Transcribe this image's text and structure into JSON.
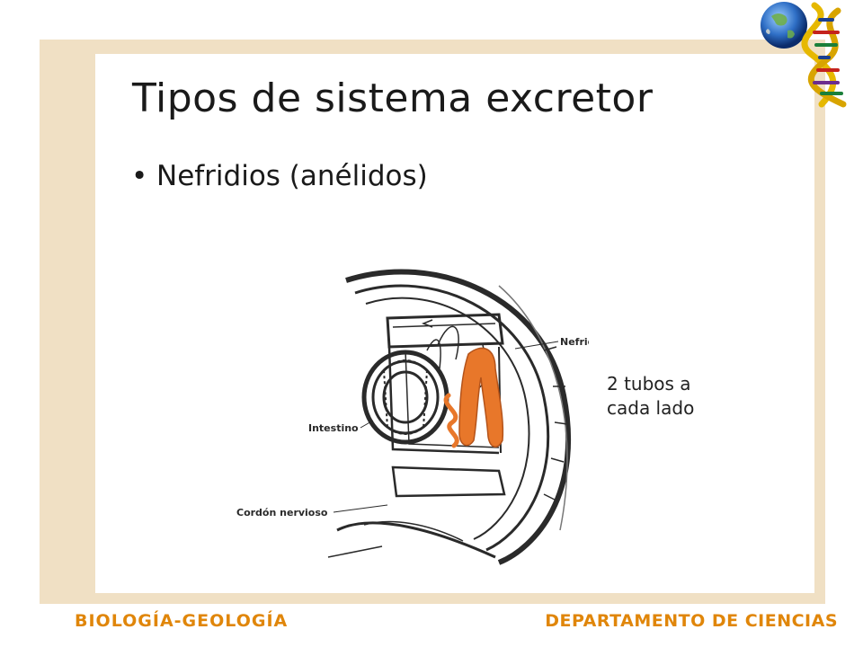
{
  "slide": {
    "title": "Tipos de sistema excretor",
    "bullet": "Nefridios (anélidos)",
    "annotation_line1": "2 tubos a",
    "annotation_line2": "cada lado"
  },
  "figure": {
    "label_nefridio": "Nefridio",
    "label_intestino": "Intestino",
    "label_cordon": "Cordón nervioso"
  },
  "footer": {
    "left": "BIOLOGÍA-GEOLOGÍA",
    "right": "DEPARTAMENTO DE CIENCIAS"
  },
  "colors": {
    "accent": "#e0860a",
    "frame": "#f0e0c4",
    "nephridium": "#e8772a"
  },
  "icons": {
    "logo": "globe-dna-helix-icon"
  }
}
